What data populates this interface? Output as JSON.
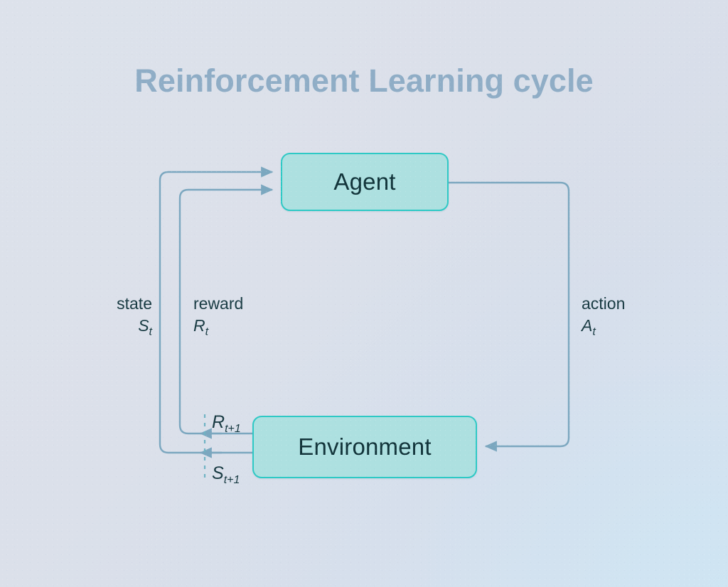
{
  "title": "Reinforcement Learning cycle",
  "colors": {
    "node_fill": "#ade0e0",
    "node_border": "#2ec9c5",
    "node_text": "#12343a",
    "title": "#8fadc6",
    "wire": "#7ba7bf",
    "label_text": "#183a42",
    "background_from": "#dde2eb",
    "background_to": "#d4e1ef"
  },
  "nodes": [
    {
      "id": "agent",
      "label": "Agent"
    },
    {
      "id": "environment",
      "label": "Environment"
    }
  ],
  "edges": [
    {
      "id": "state",
      "from": "environment",
      "to": "agent",
      "label": "state",
      "symbol": "S",
      "subscript": "t"
    },
    {
      "id": "reward",
      "from": "environment",
      "to": "agent",
      "label": "reward",
      "symbol": "R",
      "subscript": "t"
    },
    {
      "id": "action",
      "from": "agent",
      "to": "environment",
      "label": "action",
      "symbol": "A",
      "subscript": "t"
    },
    {
      "id": "reward-next",
      "from": "environment",
      "to": "agent",
      "label": "",
      "symbol": "R",
      "subscript": "t+1"
    },
    {
      "id": "state-next",
      "from": "environment",
      "to": "agent",
      "label": "",
      "symbol": "S",
      "subscript": "t+1"
    }
  ],
  "labels": {
    "state": "state",
    "state_symbol": "S",
    "state_sub": "t",
    "reward": "reward",
    "reward_symbol": "R",
    "reward_sub": "t",
    "action": "action",
    "action_symbol": "A",
    "action_sub": "t",
    "reward_next_symbol": "R",
    "reward_next_sub": "t+1",
    "state_next_symbol": "S",
    "state_next_sub": "t+1"
  },
  "diagram": {
    "type": "flow-cycle",
    "timestep_divider": "dashed-vertical-line"
  }
}
